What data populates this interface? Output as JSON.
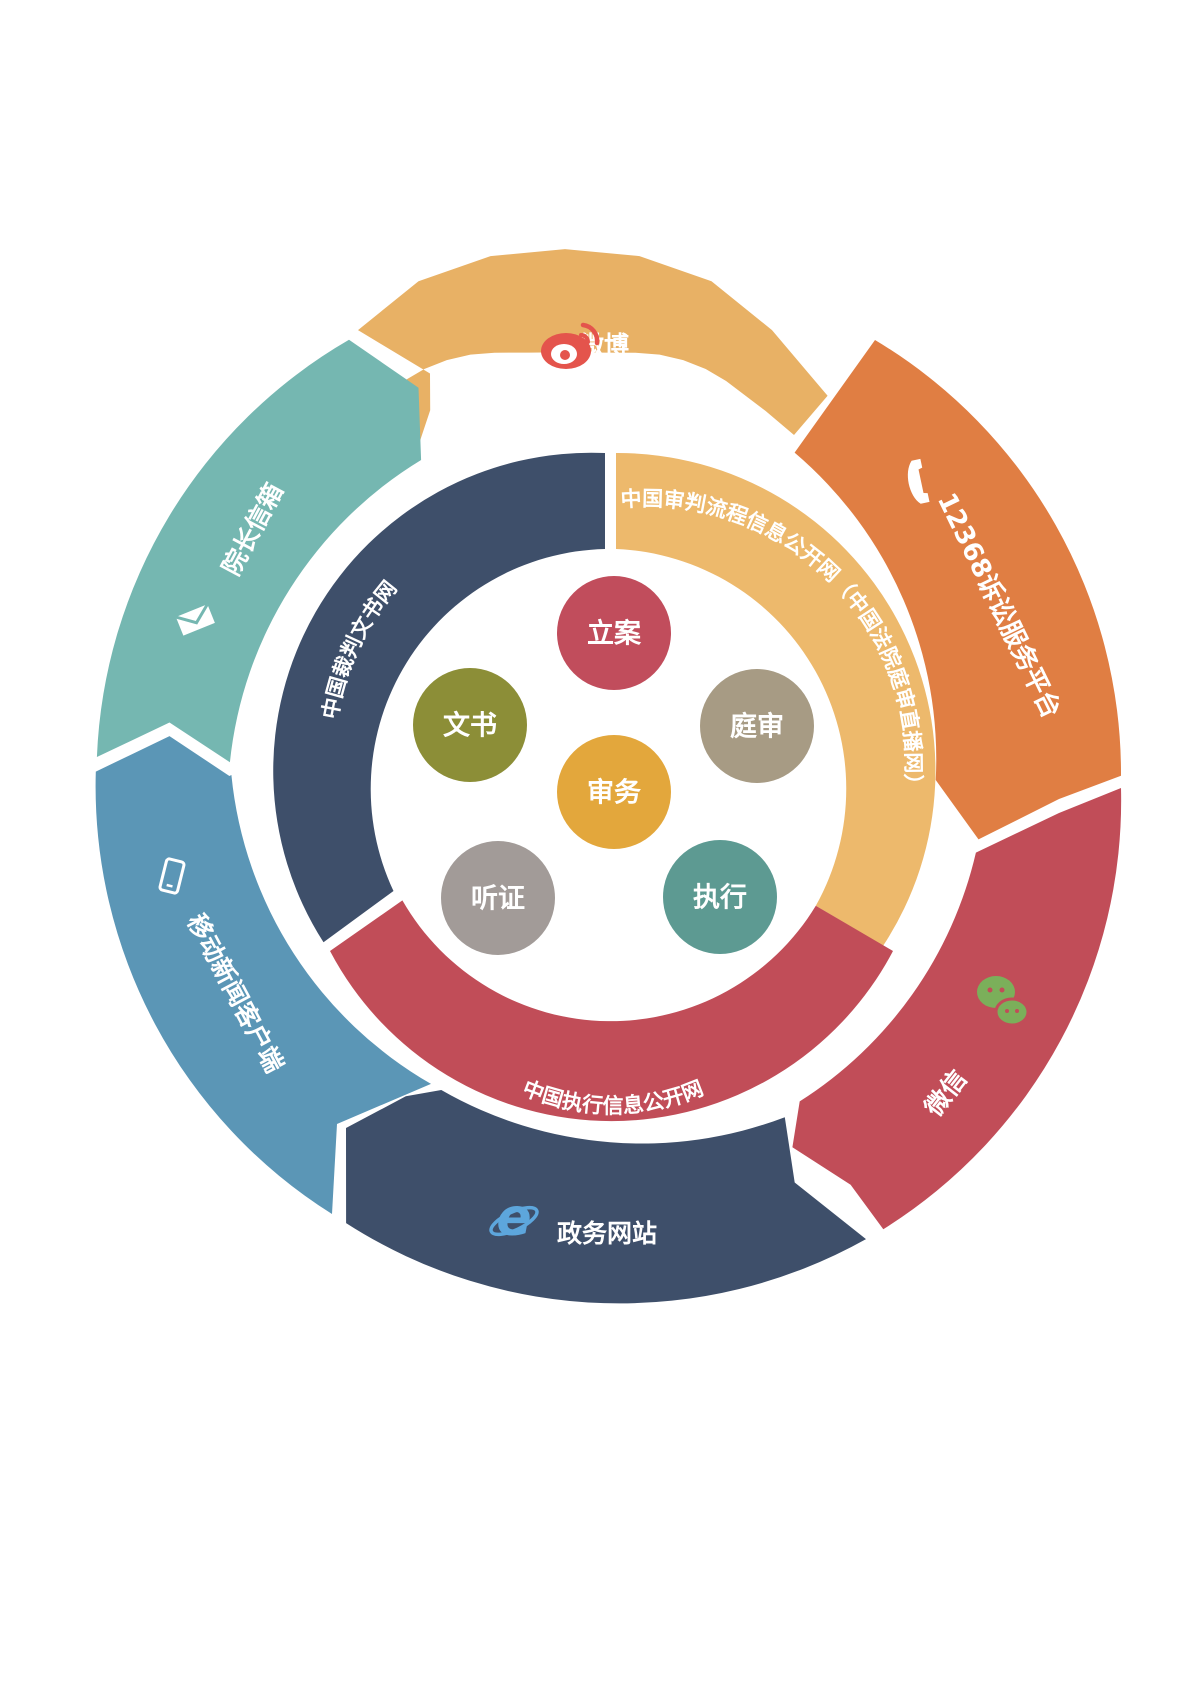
{
  "outer_ring": [
    {
      "id": "weibo",
      "label": "微博",
      "color": "#E8B165",
      "icon": "weibo-icon",
      "icon_color": "#E4544C"
    },
    {
      "id": "hotline",
      "label": "12368诉讼服务平台",
      "color": "#E07E43",
      "icon": "phone-icon",
      "icon_color": "#ffffff"
    },
    {
      "id": "wechat",
      "label": "微信",
      "color": "#C14D58",
      "icon": "wechat-icon",
      "icon_color": "#7BAF5A"
    },
    {
      "id": "gov",
      "label": "政务网站",
      "color": "#3E4F6A",
      "icon": "ie-browser-icon",
      "icon_color": "#5DA6DC"
    },
    {
      "id": "mobile",
      "label": "移动新闻客户端",
      "color": "#5B96B6",
      "icon": "mobile-phone-icon",
      "icon_color": "#ffffff"
    },
    {
      "id": "mailbox",
      "label": "院长信箱",
      "color": "#75B7B1",
      "icon": "envelope-icon",
      "icon_color": "#ffffff"
    }
  ],
  "middle_ring": [
    {
      "id": "trial",
      "label": "中国审判流程信息公开网（中国法院庭审直播网）",
      "color": "#EDB96C"
    },
    {
      "id": "exec",
      "label": "中国执行信息公开网",
      "color": "#C14D58"
    },
    {
      "id": "docs",
      "label": "中国裁判文书网",
      "color": "#3E4F6A"
    }
  ],
  "center": {
    "label": "审务",
    "color": "#E3A73C"
  },
  "nodes": [
    {
      "id": "lian",
      "label": "立案",
      "color": "#C14D5C"
    },
    {
      "id": "tingshen",
      "label": "庭审",
      "color": "#A79B84"
    },
    {
      "id": "zhixing",
      "label": "执行",
      "color": "#5D9A92"
    },
    {
      "id": "tingzheng",
      "label": "听证",
      "color": "#A29B98"
    },
    {
      "id": "wenshu",
      "label": "文书",
      "color": "#8C8E37"
    }
  ]
}
